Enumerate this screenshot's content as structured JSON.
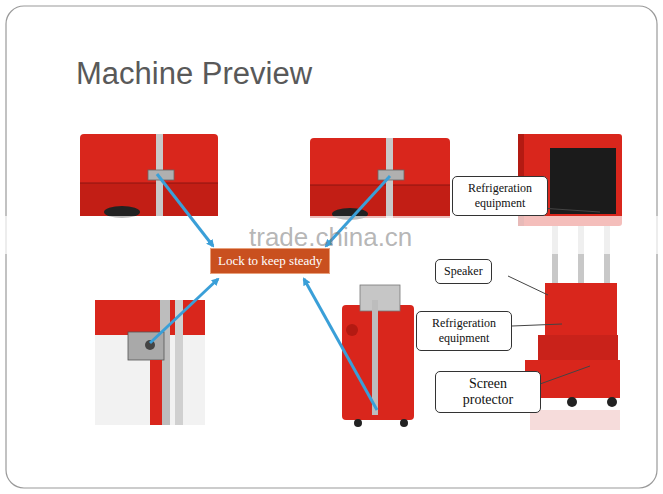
{
  "diagram": {
    "title": "Machine Preview",
    "nodes": [
      {
        "text": [
          "Lock to keep steady"
        ]
      },
      {
        "text": [
          "Refrigeration equipment"
        ]
      },
      {
        "text": [
          "Speaker"
        ]
      },
      {
        "text": [
          "Refrigeration equipment"
        ]
      },
      {
        "text": [
          "Screen protector"
        ]
      }
    ],
    "labels": [
      "trade.china.cn"
    ]
  }
}
